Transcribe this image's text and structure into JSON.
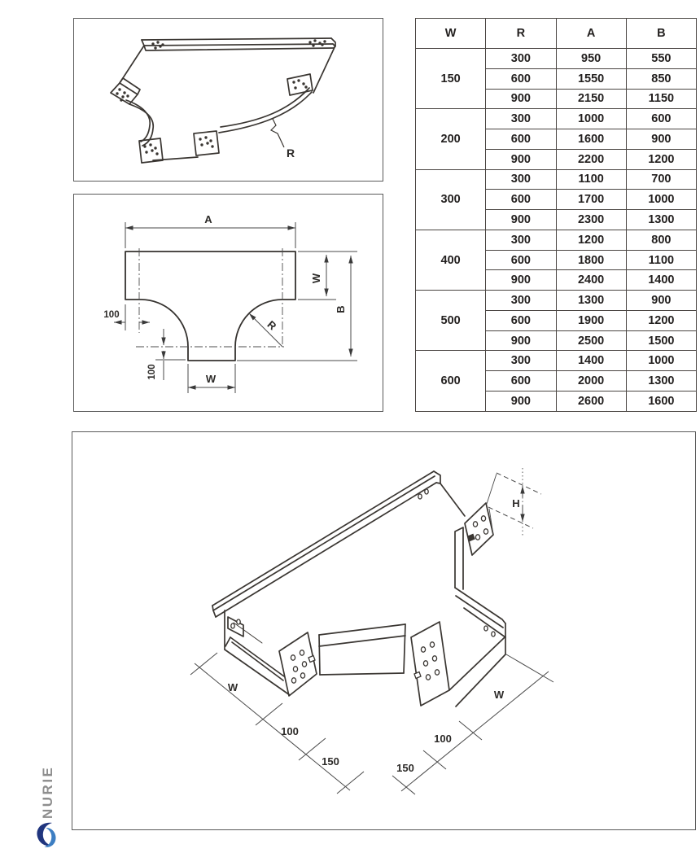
{
  "page": {
    "background": "#ffffff",
    "line_color": "#3a3632"
  },
  "brand": {
    "name": "NURIE",
    "text_color": "#8e8e8e",
    "icon_dark": "#20357e",
    "icon_light": "#3d7ec2"
  },
  "labels": {
    "A": "A",
    "B": "B",
    "W": "W",
    "R": "R",
    "H": "H",
    "n100": "100",
    "n150": "150"
  },
  "spec_table": {
    "headers": [
      "W",
      "R",
      "A",
      "B"
    ],
    "groups": [
      {
        "w": "150",
        "rows": [
          [
            "300",
            "950",
            "550"
          ],
          [
            "600",
            "1550",
            "850"
          ],
          [
            "900",
            "2150",
            "1150"
          ]
        ]
      },
      {
        "w": "200",
        "rows": [
          [
            "300",
            "1000",
            "600"
          ],
          [
            "600",
            "1600",
            "900"
          ],
          [
            "900",
            "2200",
            "1200"
          ]
        ]
      },
      {
        "w": "300",
        "rows": [
          [
            "300",
            "1100",
            "700"
          ],
          [
            "600",
            "1700",
            "1000"
          ],
          [
            "900",
            "2300",
            "1300"
          ]
        ]
      },
      {
        "w": "400",
        "rows": [
          [
            "300",
            "1200",
            "800"
          ],
          [
            "600",
            "1800",
            "1100"
          ],
          [
            "900",
            "2400",
            "1400"
          ]
        ]
      },
      {
        "w": "500",
        "rows": [
          [
            "300",
            "1300",
            "900"
          ],
          [
            "600",
            "1900",
            "1200"
          ],
          [
            "900",
            "2500",
            "1500"
          ]
        ]
      },
      {
        "w": "600",
        "rows": [
          [
            "300",
            "1400",
            "1000"
          ],
          [
            "600",
            "2000",
            "1300"
          ],
          [
            "900",
            "2600",
            "1600"
          ]
        ]
      }
    ]
  }
}
